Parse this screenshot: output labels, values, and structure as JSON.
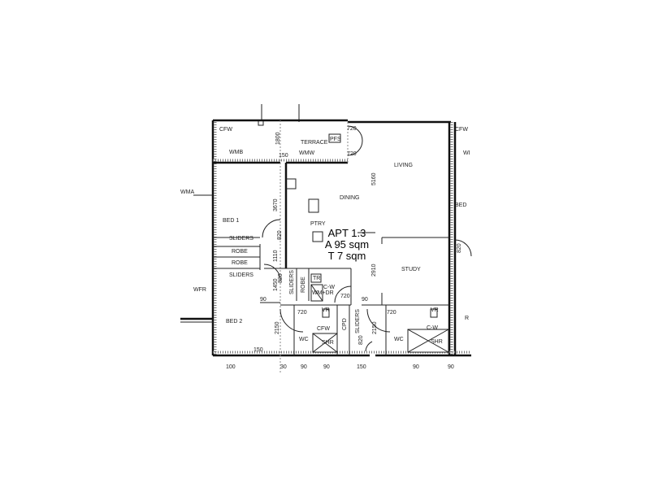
{
  "apartment": {
    "name": "APT 1.3",
    "area": "A 95 sqm",
    "terrace_area": "T 7 sqm"
  },
  "rooms": {
    "terrace": "TERRACE",
    "living": "LIVING",
    "dining": "DINING",
    "bed1": "BED 1",
    "bed2": "BED 2",
    "study": "STUDY",
    "pantry": "PTRY",
    "neighbour_bed": "BED",
    "neighbour_r": "R"
  },
  "fixtures": {
    "cfw_top": "CFW",
    "cfw_right": "CFW",
    "cfw_bath": "CFW",
    "cw_bath2": "C-W",
    "cw_laundry": "C-W",
    "pfs": "PFS",
    "wmb": "WMB",
    "wmw": "WMW",
    "wma": "WMA",
    "wfr": "WFR",
    "wi": "WI",
    "sliders_1": "SLIDERS",
    "robe_1": "ROBE",
    "robe_2": "ROBE",
    "sliders_2": "SLIDERS",
    "sliders_3": "SLIDERS",
    "robe_3": "ROBE",
    "sliders_4": "SLIDERS",
    "cpd": "CPD",
    "tr": "TR",
    "wmdr": "WM+DR",
    "vr_1": "VR",
    "vr_2": "VR",
    "shr_1": "SHR",
    "shr_2": "SHR",
    "wc_1": "WC",
    "wc_2": "WC"
  },
  "dimensions": {
    "d1800": "1800",
    "d150_top": "150",
    "d720_a": "720",
    "d720_b": "720",
    "d5160": "5160",
    "d3670": "3670",
    "d820_a": "820",
    "d1110": "1110",
    "d820_b": "820",
    "d820_c": "820",
    "d2910": "2910",
    "d1450": "1450",
    "d720_c": "720",
    "d90_a": "90",
    "d90_b": "90",
    "d720_d": "720",
    "d720_e": "720",
    "d2150_a": "2150",
    "d2150_b": "2150",
    "d820_d": "820",
    "d150_bot": "150",
    "bottom": [
      "100",
      "30",
      "90",
      "90",
      "150",
      "90",
      "90"
    ]
  }
}
